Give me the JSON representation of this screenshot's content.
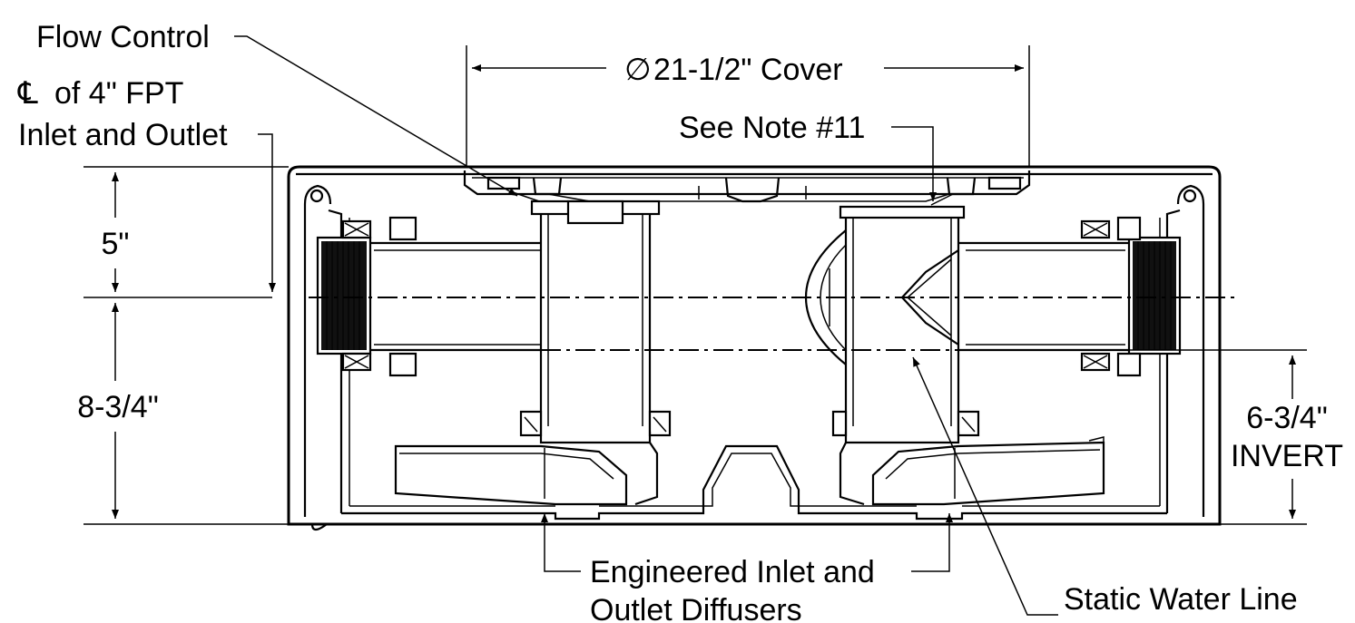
{
  "labels": {
    "flow_control": "Flow Control",
    "cover_dim": "21-1/2\" Cover",
    "cover_symbol": "∅",
    "centerline_symbol": "℄",
    "centerline_line1": "of 4\" FPT",
    "centerline_line2": "Inlet and Outlet",
    "see_note": "See Note #11",
    "dim_upper": "5\"",
    "dim_lower": "8-3/4\"",
    "invert_value": "6-3/4\"",
    "invert_label": "INVERT",
    "diffusers_line1": "Engineered Inlet and",
    "diffusers_line2": "Outlet Diffusers",
    "static_water": "Static Water Line"
  }
}
